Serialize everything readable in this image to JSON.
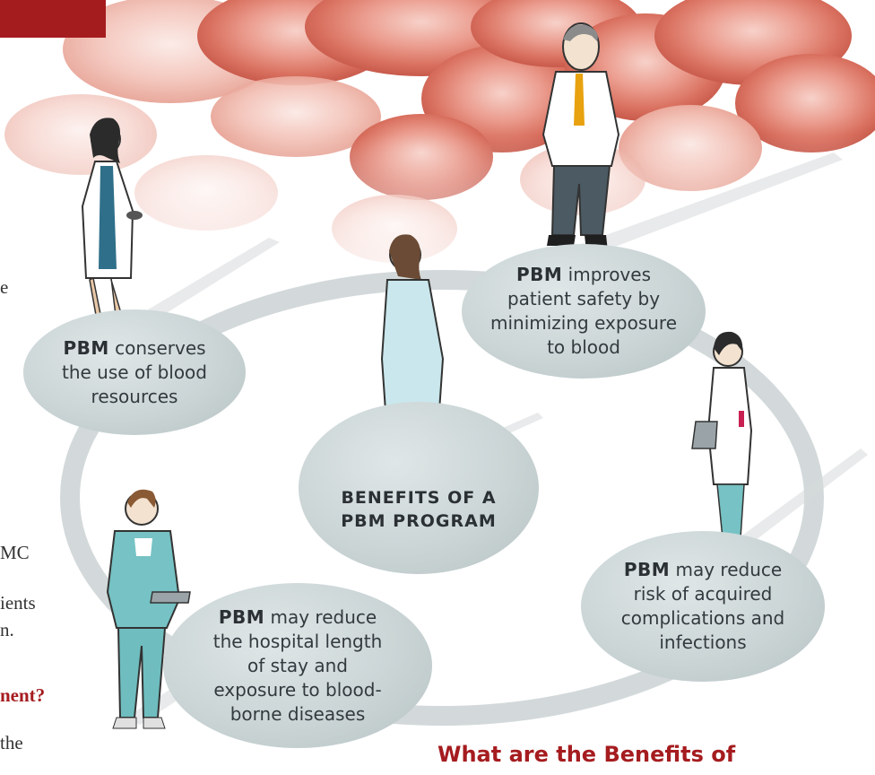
{
  "bubbles": {
    "conserve": {
      "bold": "PBM",
      "rest": " conserves the use of blood resources"
    },
    "safety": {
      "bold": "PBM",
      "rest": " improves patient safety by minimizing exposure to blood"
    },
    "center": {
      "line1": "BENEFITS OF A",
      "line2": "PBM PROGRAM"
    },
    "stay": {
      "bold": "PBM",
      "rest": " may reduce the hospital length of stay and exposure to blood-borne diseases"
    },
    "risk": {
      "bold": "PBM",
      "rest": " may reduce risk of acquired complications and infections"
    }
  },
  "left_fragments": {
    "e": "e",
    "mc": "MC",
    "ients": "ients",
    "n": "n.",
    "heading": "nent?",
    "the": "the"
  },
  "bottom_heading": "What are the Benefits of",
  "colors": {
    "accent": "#a51c1f",
    "bubble": "#cbd5d6",
    "ring": "#cfd6d7",
    "blood": "#e87e6f"
  }
}
